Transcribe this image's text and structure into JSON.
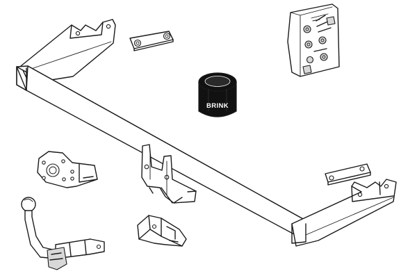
{
  "socket": {
    "brand_label": "BRINK"
  },
  "colors": {
    "line": "#1a1a1a",
    "socket_body": "#111111",
    "socket_text": "#ffffff",
    "background": "#ffffff"
  },
  "parts": [
    "main-crossbar",
    "left-mounting-bracket",
    "right-mounting-bracket",
    "upper-small-plate",
    "right-small-plate",
    "electrical-socket",
    "fitting-kit-bag",
    "socket-mounting-plate",
    "center-bracket",
    "tow-ball-neck",
    "locking-clamp"
  ]
}
